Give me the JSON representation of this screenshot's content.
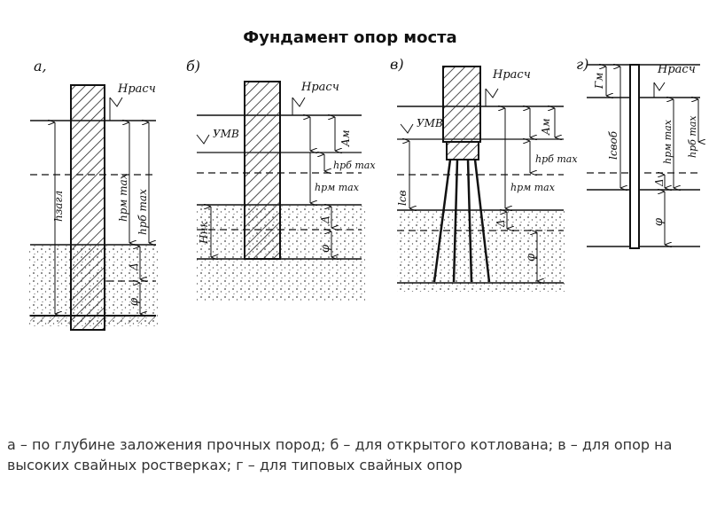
{
  "slide": {
    "title": "Фундамент опор моста",
    "caption": " а – по глубине заложения прочных пород; б – для открытого котлована; в – для опор на высоких свайных ростверках; г – для типовых свайных опор"
  },
  "panels": {
    "a": {
      "letter": "а,",
      "labels": {
        "h_calc": "Hрасч",
        "h_zal": "hзагл",
        "h_rm": "hрм max",
        "h_rb": "hрб max",
        "delta": "Δ",
        "phi": "φ"
      }
    },
    "b": {
      "letter": "б)",
      "labels": {
        "h_calc": "Hрасч",
        "umv": "УМВ",
        "a_m": "Aм",
        "h_rb": "hрб max",
        "h_rm": "hрм max",
        "h_nk": "Hнк",
        "delta": "Δ",
        "phi": "φ"
      }
    },
    "c": {
      "letter": "в)",
      "labels": {
        "h_calc": "Hрасч",
        "umv": "УМВ",
        "a_m": "Aм",
        "h_rb": "hрб max",
        "h_rm": "hрм max",
        "l_sv": "lсв",
        "delta": "Δ",
        "phi": "φ"
      }
    },
    "d": {
      "letter": "г)",
      "labels": {
        "h_calc": "Hрасч",
        "g_m": "Γм",
        "l_svob": "lсвоб",
        "h_rm": "hрм max",
        "h_rb": "hрб max",
        "delta": "Δ",
        "phi": "φ"
      }
    }
  }
}
